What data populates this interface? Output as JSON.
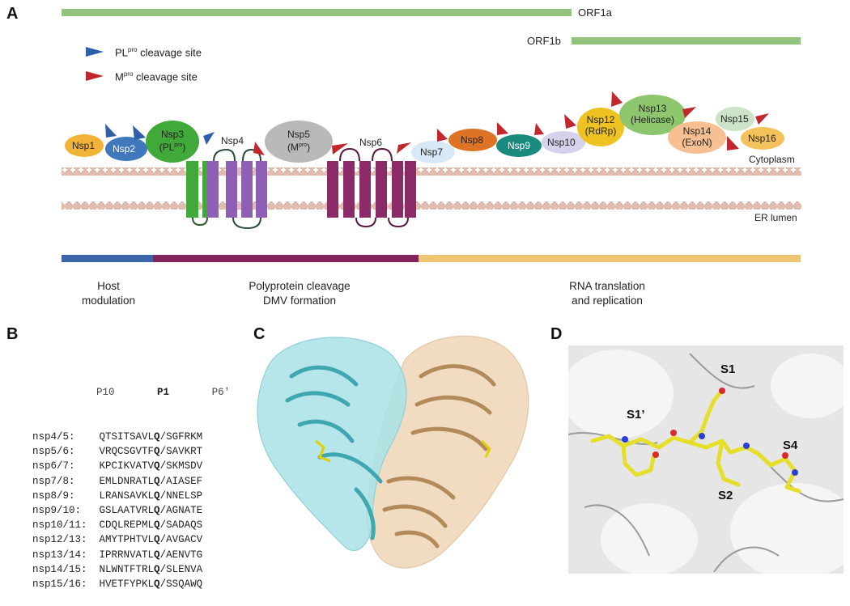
{
  "panels": {
    "a": "A",
    "b": "B",
    "c": "C",
    "d": "D"
  },
  "orf": {
    "orf1a": "ORF1a",
    "orf1b": "ORF1b"
  },
  "legend": {
    "plpro_base": "PL",
    "plpro_sup": "pro",
    "plpro_rest": " cleavage site",
    "mpro_base": "M",
    "mpro_sup": "pro",
    "mpro_rest": " cleavage site"
  },
  "nsps": {
    "nsp1": "Nsp1",
    "nsp2": "Nsp2",
    "nsp3_l1": "Nsp3",
    "nsp3_l2a": "(PL",
    "nsp3_sup": "pro",
    "nsp3_l2b": ")",
    "nsp4": "Nsp4",
    "nsp5_l1": "Nsp5",
    "nsp5_l2a": "(M",
    "nsp5_sup": "pro",
    "nsp5_l2b": ")",
    "nsp6": "Nsp6",
    "nsp7": "Nsp7",
    "nsp8": "Nsp8",
    "nsp9": "Nsp9",
    "nsp10": "Nsp10",
    "nsp12_l1": "Nsp12",
    "nsp12_l2": "(RdRp)",
    "nsp13_l1": "Nsp13",
    "nsp13_l2": "(Helicase)",
    "nsp14_l1": "Nsp14",
    "nsp14_l2": "(ExoN)",
    "nsp15": "Nsp15",
    "nsp16": "Nsp16"
  },
  "membrane": {
    "cytoplasm": "Cytoplasm",
    "er_lumen": "ER lumen"
  },
  "functions": {
    "host_l1": "Host",
    "host_l2": "modulation",
    "poly_l1": "Polyprotein cleavage",
    "poly_l2": "DMV formation",
    "rna_l1": "RNA translation",
    "rna_l2": "and replication"
  },
  "colors": {
    "orf": "#93c47d",
    "plpro": "#2e5fa8",
    "mpro": "#c0282d",
    "host_bar": "#3c66a8",
    "poly_bar": "#85235f",
    "rna_bar": "#edc672",
    "lipid": "#e2bcae",
    "nsp3_green": "#41a83a",
    "nsp4_purple": "#8f5fb5",
    "nsp6_magenta": "#8a2a66"
  },
  "cleavage": {
    "header": {
      "p10": "P10",
      "p1": "P1",
      "p6": "P6′"
    },
    "rows": [
      {
        "name": "nsp4/5:",
        "pre": "QTSITSAVL",
        "q": "Q",
        "post": "/SGFRKM"
      },
      {
        "name": "nsp5/6:",
        "pre": "VRQCSGVTF",
        "q": "Q",
        "post": "/SAVKRT"
      },
      {
        "name": "nsp6/7:",
        "pre": "KPCIKVATV",
        "q": "Q",
        "post": "/SKMSDV"
      },
      {
        "name": "nsp7/8:",
        "pre": "EMLDNRATL",
        "q": "Q",
        "post": "/AIASEF"
      },
      {
        "name": "nsp8/9:",
        "pre": "LRANSAVKL",
        "q": "Q",
        "post": "/NNELSP"
      },
      {
        "name": "nsp9/10:",
        "pre": "GSLAATVRL",
        "q": "Q",
        "post": "/AGNATE"
      },
      {
        "name": "nsp10/11:",
        "pre": "CDQLREPML",
        "q": "Q",
        "post": "/SADAQS"
      },
      {
        "name": "nsp12/13:",
        "pre": "AMYTPHTVL",
        "q": "Q",
        "post": "/AVGACV"
      },
      {
        "name": "nsp13/14:",
        "pre": "IPRRNVATL",
        "q": "Q",
        "post": "/AENVTG"
      },
      {
        "name": "nsp14/15:",
        "pre": "NLWNTFTRL",
        "q": "Q",
        "post": "/SLENVA"
      },
      {
        "name": "nsp15/16:",
        "pre": "HVETFYPKL",
        "q": "Q",
        "post": "/SSQAWQ"
      }
    ]
  },
  "pocket": {
    "s1": "S1",
    "s1p": "S1’",
    "s4": "S4",
    "s2": "S2"
  }
}
